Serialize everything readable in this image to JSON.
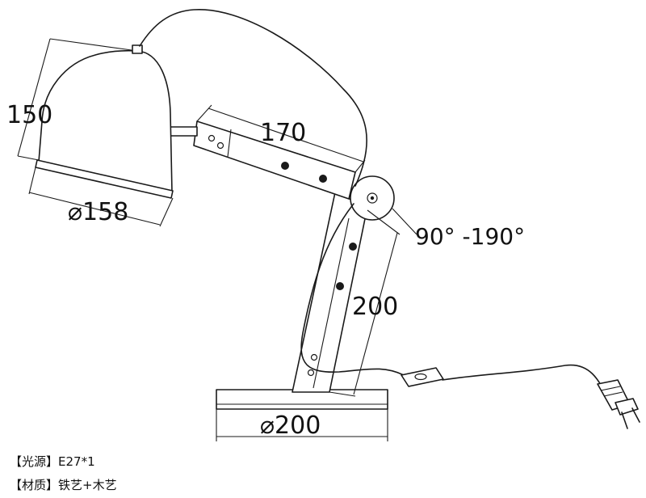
{
  "dimensions": {
    "shade_height": "150",
    "arm_length": "170",
    "shade_diameter": "⌀158",
    "angle_range": "90°  -190°",
    "upright_length": "200",
    "base_diameter": "⌀200"
  },
  "specs": {
    "light_source": "【光源】E27*1",
    "material": "【材质】铁艺+木艺"
  }
}
